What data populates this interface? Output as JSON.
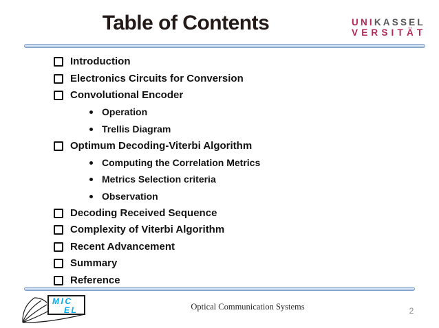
{
  "slide": {
    "title": "Table of Contents",
    "footer_text": "Optical Communication Systems",
    "page_number": "2"
  },
  "unikassel_logo": {
    "uni": "UNI",
    "kassel": "KASSEL",
    "versitat": "VERSITÄT"
  },
  "micel_logo": {
    "line1": "MIC",
    "line2": "EL"
  },
  "toc": {
    "items": [
      {
        "label": "Introduction",
        "level": 1
      },
      {
        "label": "Electronics Circuits for Conversion",
        "level": 1
      },
      {
        "label": "Convolutional Encoder",
        "level": 1
      },
      {
        "label": "Operation",
        "level": 2
      },
      {
        "label": "Trellis Diagram",
        "level": 2
      },
      {
        "label": "Optimum Decoding-Viterbi Algorithm",
        "level": 1
      },
      {
        "label": "Computing the Correlation Metrics",
        "level": 2
      },
      {
        "label": "Metrics Selection criteria",
        "level": 2
      },
      {
        "label": "Observation",
        "level": 2
      },
      {
        "label": "Decoding Received Sequence",
        "level": 1
      },
      {
        "label": "Complexity of Viterbi Algorithm",
        "level": 1
      },
      {
        "label": "Recent Advancement",
        "level": 1
      },
      {
        "label": "Summary",
        "level": 1
      },
      {
        "label": "Reference",
        "level": 1
      }
    ]
  },
  "colors": {
    "title_text": "#231a18",
    "body_text": "#121212",
    "divider_border": "#7f9fc6",
    "divider_fill_light": "#cfdff2",
    "divider_fill_dark": "#a6c1e0",
    "uk_red": "#b12a57",
    "uk_gray": "#55555a",
    "micel_cyan": "#00aeef",
    "footer_text": "#2a2a2a",
    "page_number": "#8c8c8c"
  }
}
